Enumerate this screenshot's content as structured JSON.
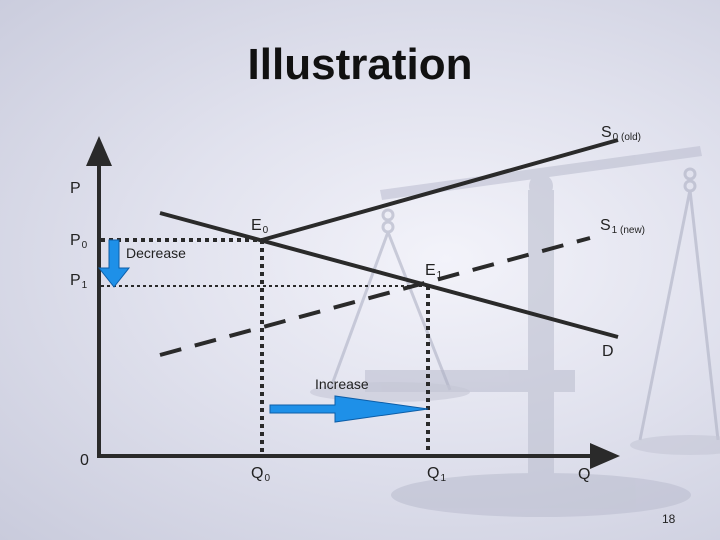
{
  "title": "Illustration",
  "slide_number": "18",
  "axes": {
    "y": "P",
    "x": "Q",
    "origin": "0"
  },
  "prices": {
    "p0": {
      "main": "P",
      "sub": "0"
    },
    "p1": {
      "main": "P",
      "sub": "1"
    }
  },
  "quantities": {
    "q0": {
      "main": "Q",
      "sub": "0"
    },
    "q1": {
      "main": "Q",
      "sub": "1"
    }
  },
  "curves": {
    "s0": {
      "main": "S",
      "sub": "0 (old)"
    },
    "s1": {
      "main": "S",
      "sub": "1 (new)"
    },
    "d": "D"
  },
  "equilibria": {
    "e0": {
      "main": "E",
      "sub": "0"
    },
    "e1": {
      "main": "E",
      "sub": "1"
    }
  },
  "annotations": {
    "decrease": "Decrease",
    "increase": "Increase"
  },
  "colors": {
    "arrow": "#1e90e8",
    "lines": "#2a2a2a"
  }
}
